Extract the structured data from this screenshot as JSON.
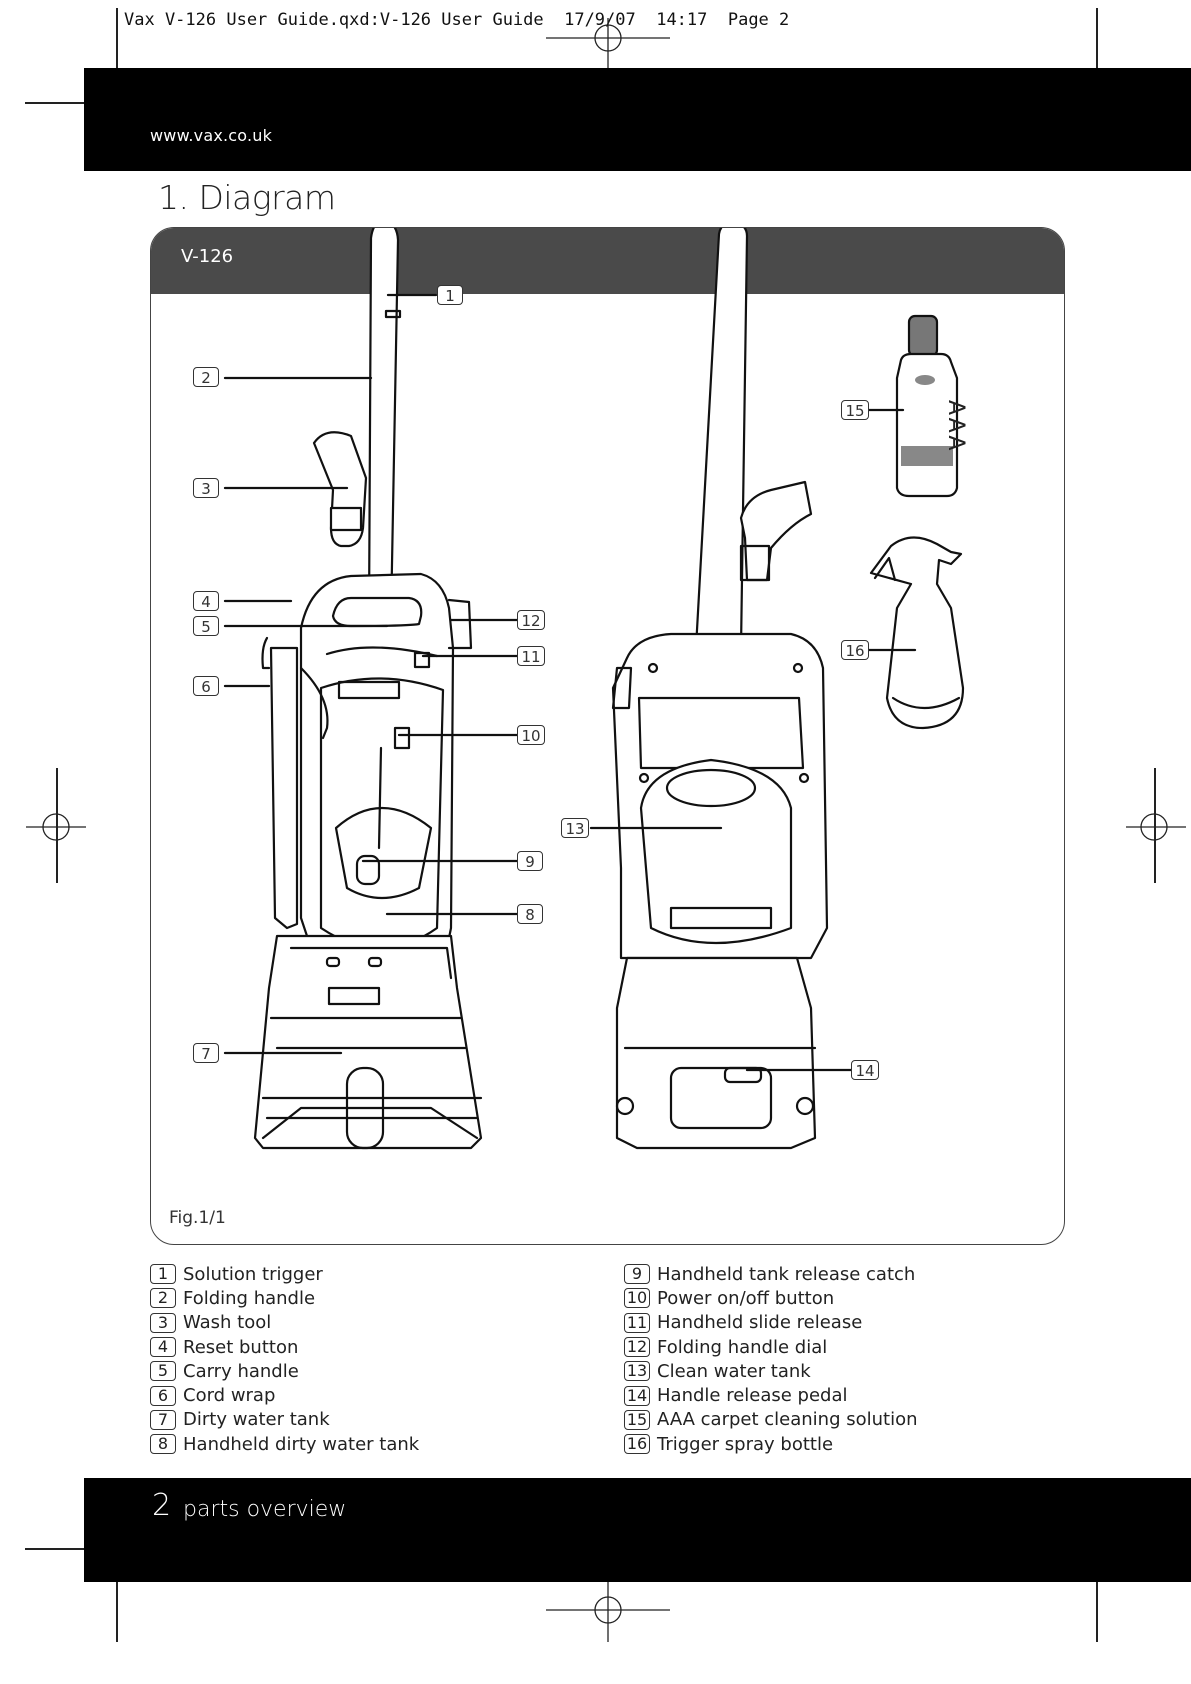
{
  "slug": "Vax V-126 User Guide.qxd:V-126 User Guide  17/9/07  14:17  Page 2",
  "header": {
    "website": "www.vax.co.uk"
  },
  "section_title": "1. Diagram",
  "panel": {
    "model": "V-126",
    "figure_label": "Fig.1/1"
  },
  "callouts": [
    "1",
    "2",
    "3",
    "4",
    "5",
    "6",
    "7",
    "8",
    "9",
    "10",
    "11",
    "12",
    "13",
    "14",
    "15",
    "16"
  ],
  "bottle_text": "AAA",
  "parts": [
    {
      "num": "1",
      "label": "Solution trigger"
    },
    {
      "num": "2",
      "label": "Folding handle"
    },
    {
      "num": "3",
      "label": "Wash tool"
    },
    {
      "num": "4",
      "label": "Reset button"
    },
    {
      "num": "5",
      "label": "Carry handle"
    },
    {
      "num": "6",
      "label": "Cord wrap"
    },
    {
      "num": "7",
      "label": "Dirty water tank"
    },
    {
      "num": "8",
      "label": "Handheld dirty water tank"
    },
    {
      "num": "9",
      "label": "Handheld tank release catch"
    },
    {
      "num": "10",
      "label": "Power on/off button"
    },
    {
      "num": "11",
      "label": "Handheld slide release"
    },
    {
      "num": "12",
      "label": "Folding handle dial"
    },
    {
      "num": "13",
      "label": "Clean water tank"
    },
    {
      "num": "14",
      "label": "Handle release pedal"
    },
    {
      "num": "15",
      "label": "AAA carpet cleaning solution"
    },
    {
      "num": "16",
      "label": "Trigger spray bottle"
    }
  ],
  "footer": {
    "page_number": "2",
    "section": "parts overview"
  }
}
